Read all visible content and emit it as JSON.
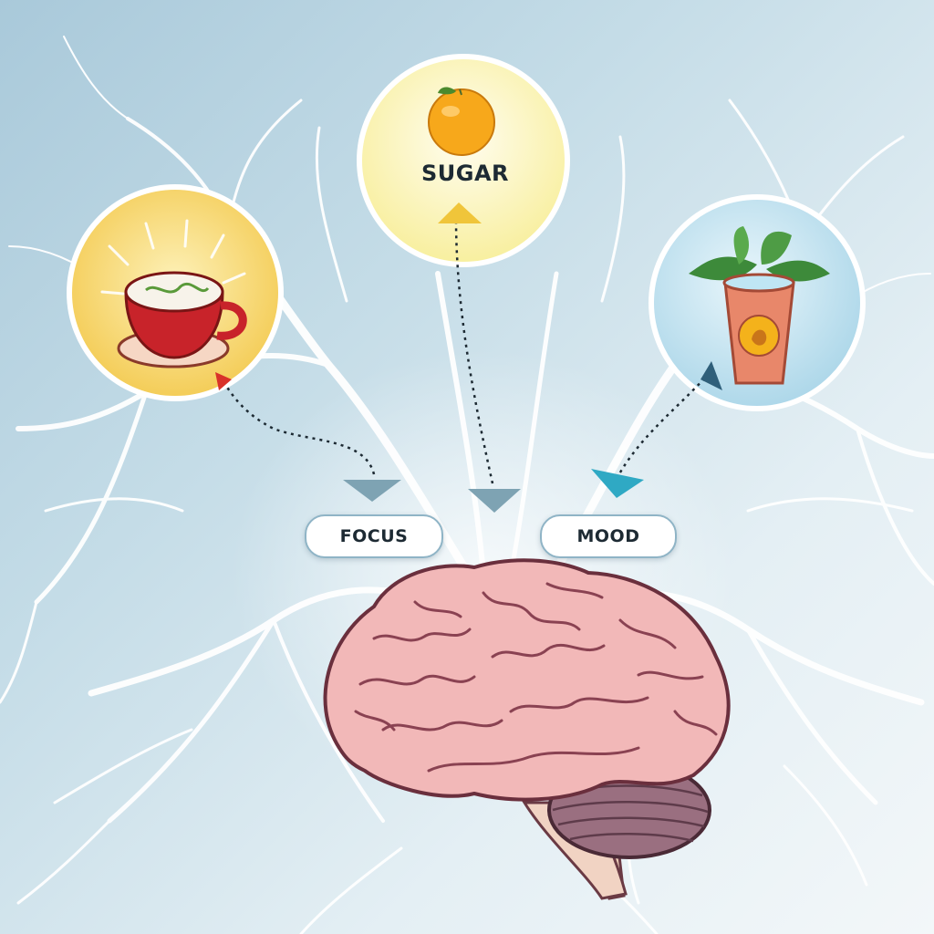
{
  "labels": {
    "sugar": "SUGAR",
    "focus": "FOCUS",
    "mood": "MOOD"
  },
  "icons": [
    "coffee-cup-icon",
    "orange-icon",
    "herbal-drink-cup-icon",
    "brain-icon"
  ],
  "colors": {
    "background_light": "#f3f7f9",
    "background_dark": "#a9c9da",
    "coffee_circle": "#f6d56a",
    "sugar_circle": "#fbf4c4",
    "drink_circle": "#bfe1ef",
    "brain": "#f2b8b8",
    "cerebellum": "#9a6f80",
    "arrow_teal": "#2fa9c4",
    "arrow_slate": "#7ea3b3",
    "arrow_yellow": "#f0c53a"
  }
}
